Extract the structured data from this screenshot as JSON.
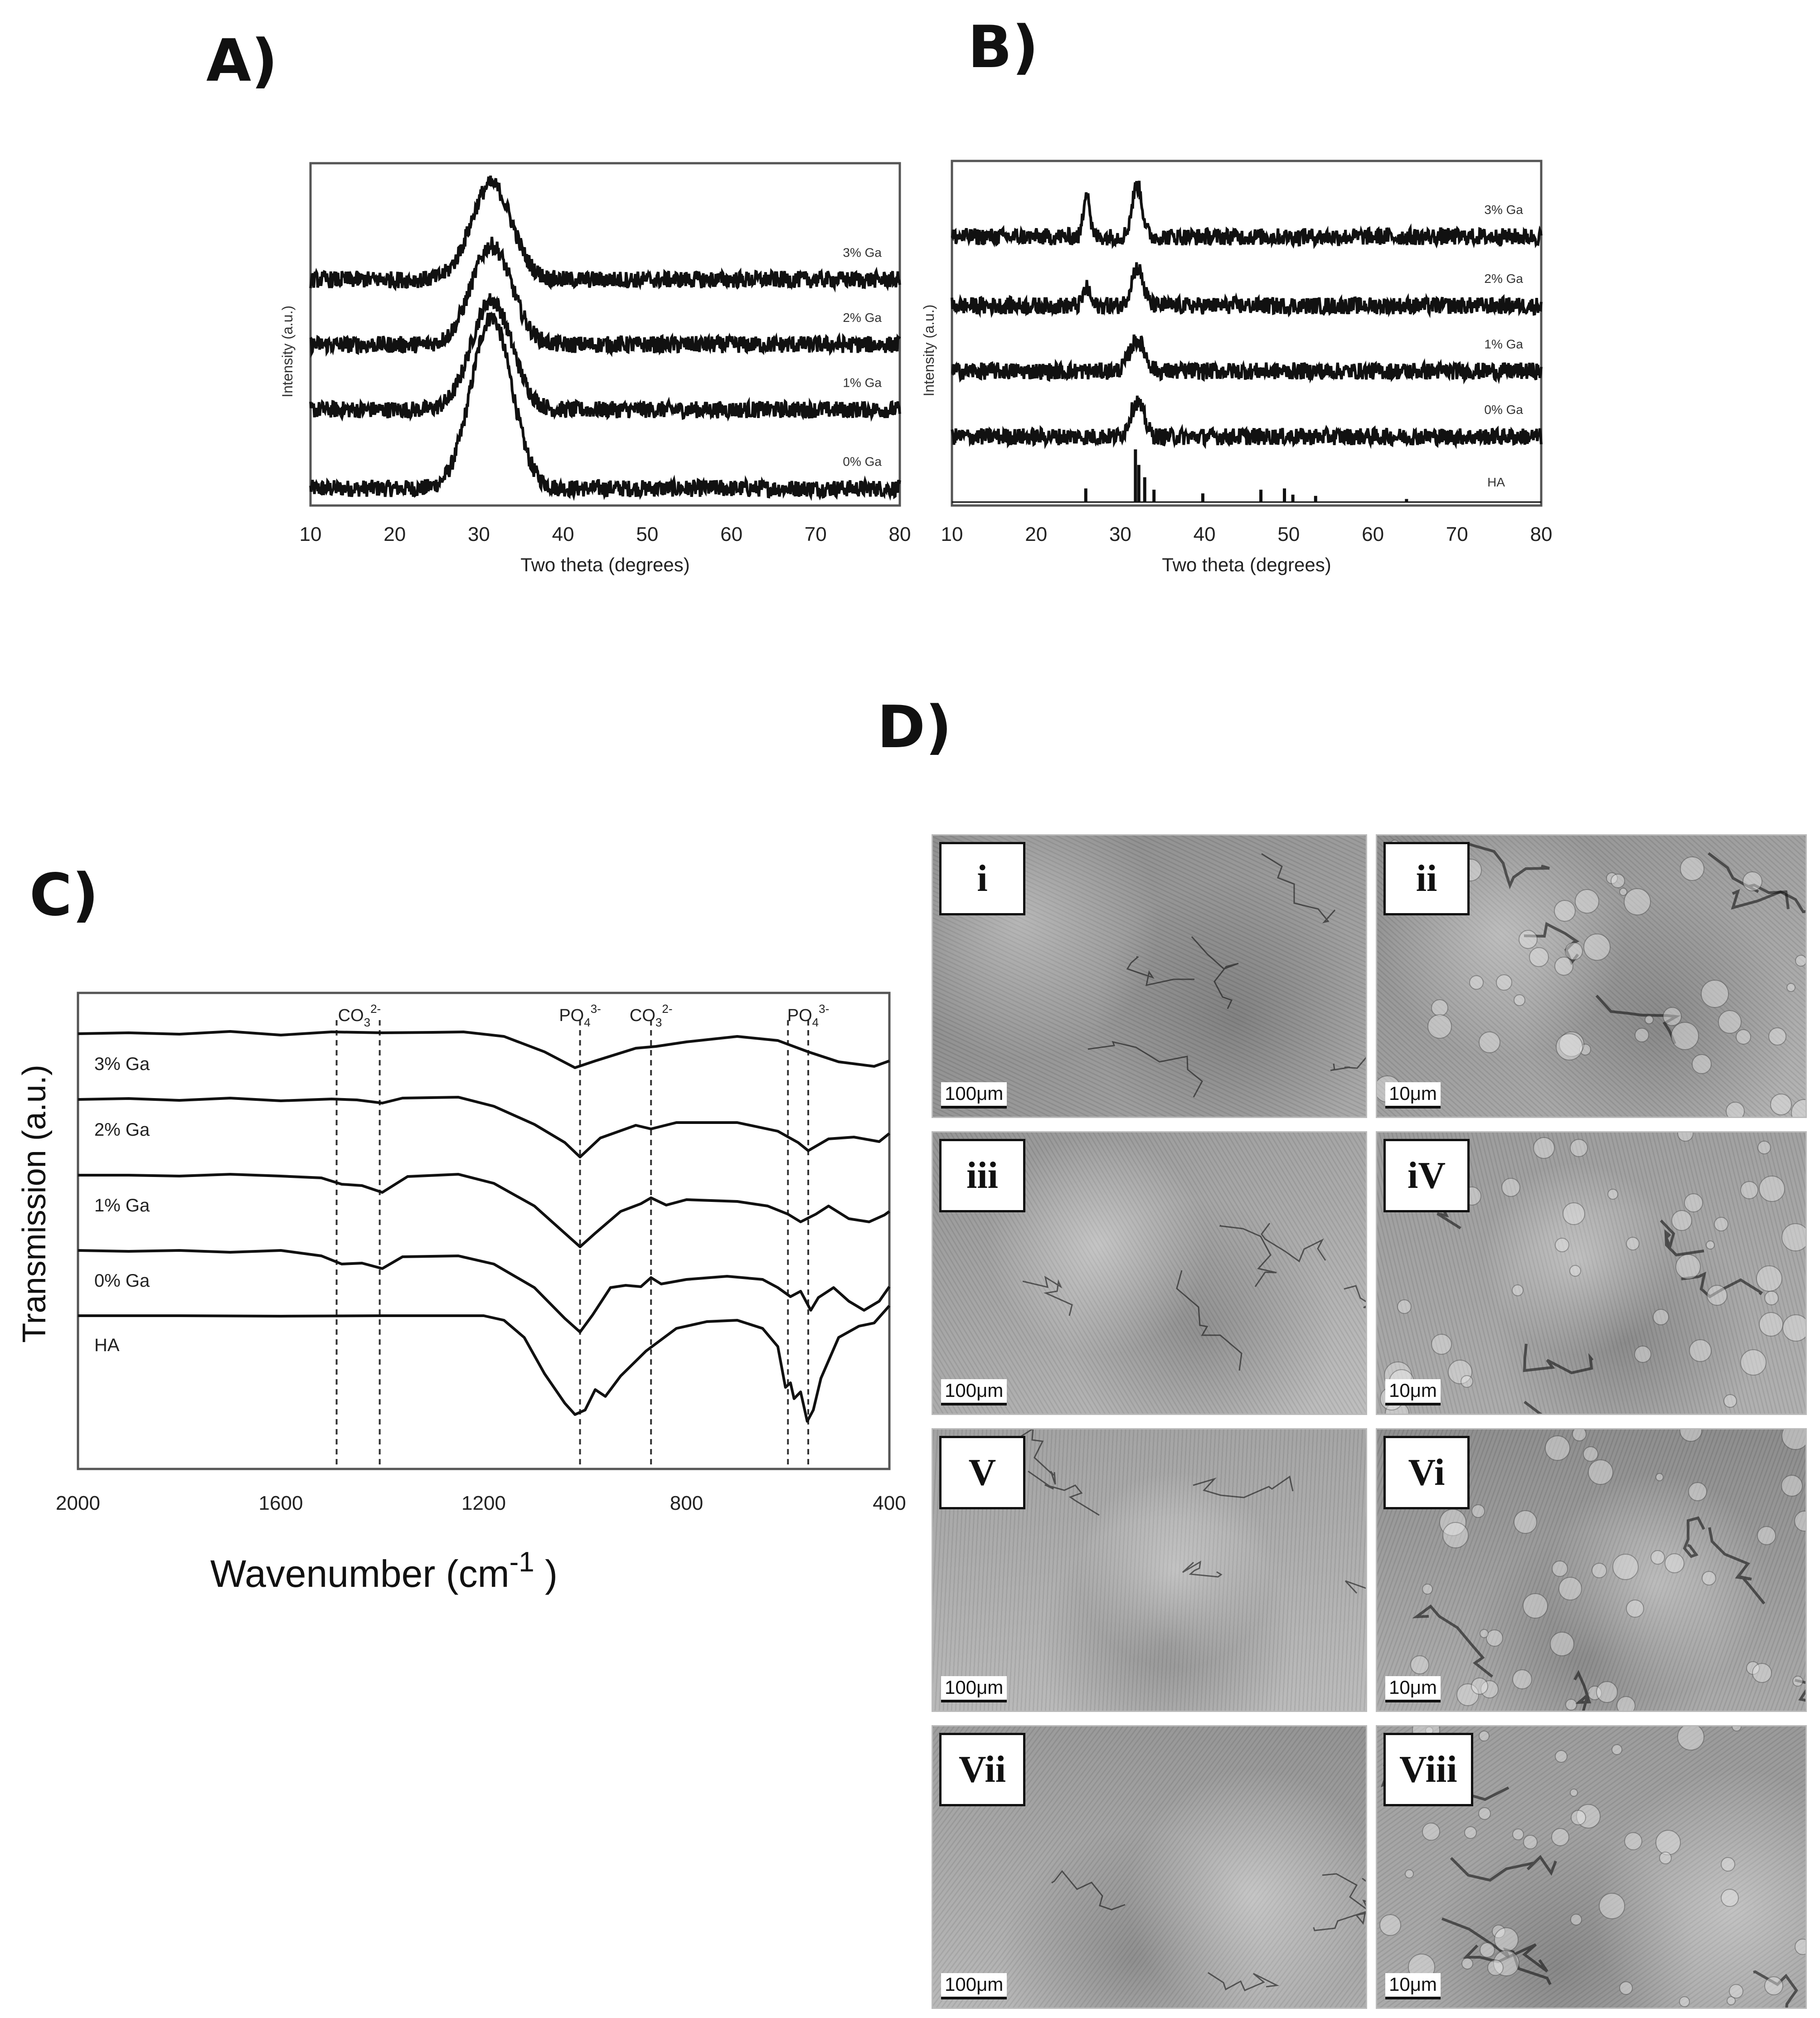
{
  "figure": {
    "panel_labels": [
      "A)",
      "B)",
      "C)",
      "D)"
    ]
  },
  "chart_data": [
    {
      "id": "A",
      "type": "line",
      "xlabel": "Two theta (degrees)",
      "ylabel": "Intensity (a.u.)",
      "xlim": [
        10,
        80
      ],
      "xticks": [
        10,
        20,
        30,
        40,
        50,
        60,
        70,
        80
      ],
      "series": [
        {
          "name": "0% Ga",
          "baseline": 0.05,
          "peaks": [
            {
              "x": 31.5,
              "h": 0.5,
              "w": 2.4
            }
          ]
        },
        {
          "name": "1% Ga",
          "baseline": 0.28,
          "peaks": [
            {
              "x": 31.5,
              "h": 0.32,
              "w": 2.4
            }
          ]
        },
        {
          "name": "2% Ga",
          "baseline": 0.47,
          "peaks": [
            {
              "x": 31.5,
              "h": 0.29,
              "w": 2.4
            }
          ]
        },
        {
          "name": "3% Ga",
          "baseline": 0.66,
          "peaks": [
            {
              "x": 31.5,
              "h": 0.28,
              "w": 2.4
            }
          ]
        }
      ]
    },
    {
      "id": "B",
      "type": "line",
      "xlabel": "Two theta (degrees)",
      "ylabel": "Intensity (a.u.)",
      "xlim": [
        10,
        80
      ],
      "xticks": [
        10,
        20,
        30,
        40,
        50,
        60,
        70,
        80
      ],
      "reference": {
        "name": "HA",
        "peaks": [
          [
            25.9,
            0.22
          ],
          [
            31.8,
            0.85
          ],
          [
            32.2,
            0.6
          ],
          [
            32.9,
            0.4
          ],
          [
            34.0,
            0.2
          ],
          [
            39.8,
            0.14
          ],
          [
            46.7,
            0.2
          ],
          [
            49.5,
            0.22
          ],
          [
            50.5,
            0.12
          ],
          [
            53.2,
            0.1
          ],
          [
            64.0,
            0.05
          ]
        ]
      },
      "series": [
        {
          "name": "0% Ga",
          "baseline": 0.2,
          "peaks": [
            {
              "x": 32.0,
              "h": 0.1,
              "w": 0.8
            }
          ]
        },
        {
          "name": "1% Ga",
          "baseline": 0.39,
          "peaks": [
            {
              "x": 32.0,
              "h": 0.09,
              "w": 0.9
            }
          ]
        },
        {
          "name": "2% Ga",
          "baseline": 0.58,
          "peaks": [
            {
              "x": 26.0,
              "h": 0.05,
              "w": 0.4
            },
            {
              "x": 32.0,
              "h": 0.11,
              "w": 0.7
            }
          ]
        },
        {
          "name": "3% Ga",
          "baseline": 0.78,
          "peaks": [
            {
              "x": 26.0,
              "h": 0.14,
              "w": 0.35
            },
            {
              "x": 32.0,
              "h": 0.15,
              "w": 0.6
            }
          ]
        }
      ]
    },
    {
      "id": "C",
      "type": "line",
      "xlabel": "Wavenumber (cm",
      "xlabel_sup": "-1",
      "xlabel_tail": " )",
      "ylabel": "Transmission (a.u.)",
      "xlim": [
        2000,
        400
      ],
      "xticks": [
        2000,
        1600,
        1200,
        800,
        400
      ],
      "band_markers": [
        {
          "x": 1490
        },
        {
          "x": 1405
        },
        {
          "x": 1010
        },
        {
          "x": 870
        },
        {
          "x": 600
        },
        {
          "x": 560
        }
      ],
      "band_labels": [
        {
          "ion": "CO",
          "sub": "3",
          "sup": "2-",
          "x": 1445
        },
        {
          "ion": "PO",
          "sub": "4",
          "sup": "3-",
          "x": 1010
        },
        {
          "ion": "CO",
          "sub": "3",
          "sup": "2-",
          "x": 870
        },
        {
          "ion": "PO",
          "sub": "4",
          "sup": "3-",
          "x": 560
        }
      ],
      "series": [
        {
          "name": "3% Ga",
          "points": [
            [
              2000,
              90
            ],
            [
              1900,
              88
            ],
            [
              1800,
              91
            ],
            [
              1700,
              85
            ],
            [
              1600,
              93
            ],
            [
              1500,
              86
            ],
            [
              1400,
              88
            ],
            [
              1300,
              87
            ],
            [
              1240,
              86
            ],
            [
              1160,
              96
            ],
            [
              1080,
              130
            ],
            [
              1020,
              165
            ],
            [
              980,
              150
            ],
            [
              900,
              122
            ],
            [
              860,
              118
            ],
            [
              800,
              108
            ],
            [
              700,
              96
            ],
            [
              620,
              105
            ],
            [
              560,
              130
            ],
            [
              500,
              152
            ],
            [
              430,
              162
            ],
            [
              400,
              150
            ]
          ]
        },
        {
          "name": "2% Ga",
          "points": [
            [
              2000,
              235
            ],
            [
              1900,
              233
            ],
            [
              1800,
              237
            ],
            [
              1700,
              232
            ],
            [
              1600,
              238
            ],
            [
              1500,
              234
            ],
            [
              1450,
              236
            ],
            [
              1400,
              243
            ],
            [
              1360,
              232
            ],
            [
              1250,
              230
            ],
            [
              1180,
              250
            ],
            [
              1100,
              290
            ],
            [
              1040,
              330
            ],
            [
              1010,
              362
            ],
            [
              970,
              320
            ],
            [
              900,
              292
            ],
            [
              870,
              300
            ],
            [
              820,
              286
            ],
            [
              700,
              286
            ],
            [
              620,
              305
            ],
            [
              580,
              330
            ],
            [
              560,
              348
            ],
            [
              520,
              322
            ],
            [
              470,
              318
            ],
            [
              420,
              328
            ],
            [
              400,
              310
            ]
          ]
        },
        {
          "name": "1% Ga",
          "points": [
            [
              2000,
              402
            ],
            [
              1900,
              402
            ],
            [
              1800,
              404
            ],
            [
              1700,
              400
            ],
            [
              1600,
              404
            ],
            [
              1520,
              408
            ],
            [
              1480,
              422
            ],
            [
              1440,
              425
            ],
            [
              1400,
              440
            ],
            [
              1350,
              405
            ],
            [
              1250,
              400
            ],
            [
              1180,
              420
            ],
            [
              1100,
              470
            ],
            [
              1040,
              530
            ],
            [
              1010,
              560
            ],
            [
              980,
              530
            ],
            [
              930,
              482
            ],
            [
              890,
              465
            ],
            [
              870,
              452
            ],
            [
              840,
              468
            ],
            [
              800,
              456
            ],
            [
              700,
              460
            ],
            [
              640,
              470
            ],
            [
              600,
              488
            ],
            [
              575,
              505
            ],
            [
              545,
              488
            ],
            [
              520,
              470
            ],
            [
              480,
              498
            ],
            [
              440,
              505
            ],
            [
              410,
              490
            ],
            [
              400,
              482
            ]
          ]
        },
        {
          "name": "0% Ga",
          "points": [
            [
              2000,
              568
            ],
            [
              1900,
              570
            ],
            [
              1800,
              568
            ],
            [
              1700,
              572
            ],
            [
              1600,
              568
            ],
            [
              1520,
              580
            ],
            [
              1480,
              598
            ],
            [
              1440,
              596
            ],
            [
              1400,
              608
            ],
            [
              1360,
              582
            ],
            [
              1250,
              580
            ],
            [
              1180,
              598
            ],
            [
              1100,
              650
            ],
            [
              1040,
              718
            ],
            [
              1010,
              748
            ],
            [
              985,
              710
            ],
            [
              950,
              650
            ],
            [
              920,
              645
            ],
            [
              890,
              648
            ],
            [
              870,
              628
            ],
            [
              850,
              642
            ],
            [
              800,
              632
            ],
            [
              720,
              625
            ],
            [
              650,
              632
            ],
            [
              620,
              650
            ],
            [
              595,
              670
            ],
            [
              575,
              658
            ],
            [
              555,
              700
            ],
            [
              540,
              672
            ],
            [
              510,
              650
            ],
            [
              480,
              680
            ],
            [
              450,
              700
            ],
            [
              420,
              680
            ],
            [
              400,
              648
            ]
          ]
        },
        {
          "name": "HA",
          "points": [
            [
              2000,
              712
            ],
            [
              1800,
              712
            ],
            [
              1600,
              713
            ],
            [
              1400,
              712
            ],
            [
              1200,
              712
            ],
            [
              1160,
              722
            ],
            [
              1120,
              760
            ],
            [
              1080,
              840
            ],
            [
              1040,
              905
            ],
            [
              1020,
              930
            ],
            [
              1000,
              920
            ],
            [
              980,
              875
            ],
            [
              960,
              890
            ],
            [
              930,
              845
            ],
            [
              880,
              790
            ],
            [
              820,
              740
            ],
            [
              760,
              725
            ],
            [
              700,
              722
            ],
            [
              650,
              740
            ],
            [
              620,
              780
            ],
            [
              605,
              870
            ],
            [
              595,
              860
            ],
            [
              588,
              895
            ],
            [
              575,
              880
            ],
            [
              562,
              945
            ],
            [
              550,
              920
            ],
            [
              535,
              850
            ],
            [
              500,
              760
            ],
            [
              460,
              735
            ],
            [
              430,
              728
            ],
            [
              400,
              690
            ]
          ]
        }
      ]
    }
  ],
  "sem": {
    "panels": [
      {
        "tag": "i",
        "scale": "100μm"
      },
      {
        "tag": "ii",
        "scale": "10μm"
      },
      {
        "tag": "iii",
        "scale": "100μm"
      },
      {
        "tag": "iV",
        "scale": "10μm"
      },
      {
        "tag": "V",
        "scale": "100μm"
      },
      {
        "tag": "Vi",
        "scale": "10μm"
      },
      {
        "tag": "Vii",
        "scale": "100μm"
      },
      {
        "tag": "Viii",
        "scale": "10μm"
      }
    ]
  },
  "colors": {
    "trace": "#111111",
    "frame": "#555555",
    "sem_low": "#8c8c8c",
    "sem_high": "#b4b4b4"
  }
}
